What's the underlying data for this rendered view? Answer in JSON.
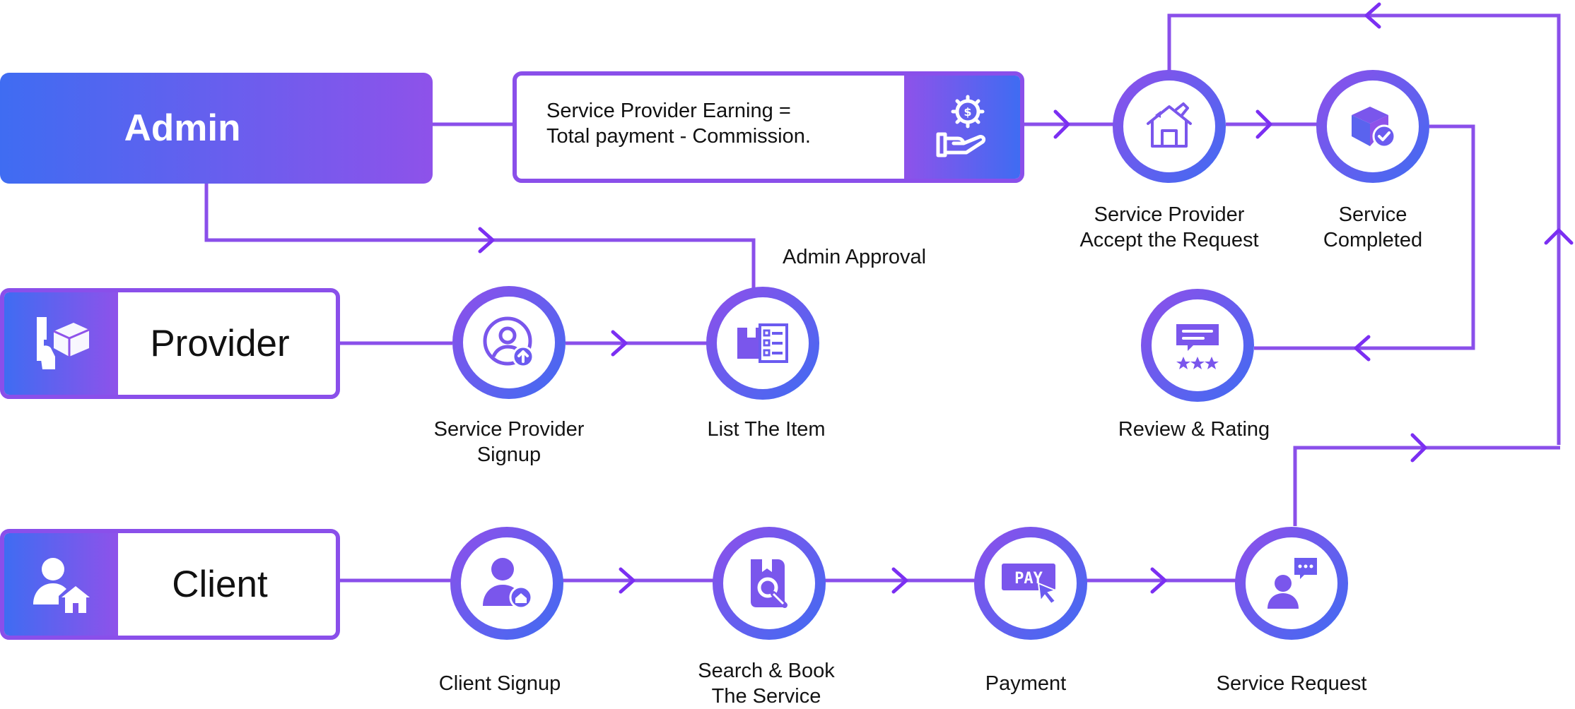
{
  "colors": {
    "primary_purple": "#8a4fea",
    "gradient_blue": "#3f6cf2",
    "gradient_purple": "#8e52ea",
    "arrow": "#7b2ff2"
  },
  "actors": {
    "admin": {
      "label": "Admin",
      "icon": "none"
    },
    "provider": {
      "label": "Provider",
      "icon": "delivery-hand-box-icon"
    },
    "client": {
      "label": "Client",
      "icon": "user-home-icon"
    }
  },
  "earning": {
    "line1": "Service Provider Earning =",
    "line2": "Total payment - Commission.",
    "icon": "hand-coin-gear-icon"
  },
  "labels": {
    "admin_approval": "Admin Approval"
  },
  "nodes": {
    "provider_signup": {
      "line1": "Service Provider",
      "line2": "Signup",
      "icon": "user-upload-icon"
    },
    "list_item": {
      "line1": "List The Item",
      "line2": "",
      "icon": "box-list-icon"
    },
    "accept_request": {
      "line1": "Service Provider",
      "line2": "Accept the Request",
      "icon": "house-tools-icon"
    },
    "service_completed": {
      "line1": "Service",
      "line2": "Completed",
      "icon": "box-check-icon"
    },
    "review_rating": {
      "line1": "Review & Rating",
      "line2": "",
      "icon": "rating-stars-icon"
    },
    "client_signup": {
      "line1": "Client Signup",
      "line2": "",
      "icon": "user-home-badge-icon"
    },
    "search_book": {
      "line1": "Search & Book",
      "line2": "The Service",
      "icon": "search-book-icon"
    },
    "payment": {
      "line1": "Payment",
      "line2": "",
      "icon": "pay-cursor-icon",
      "badge": "PAY"
    },
    "service_request": {
      "line1": "Service Request",
      "line2": "",
      "icon": "user-chat-icon"
    }
  }
}
